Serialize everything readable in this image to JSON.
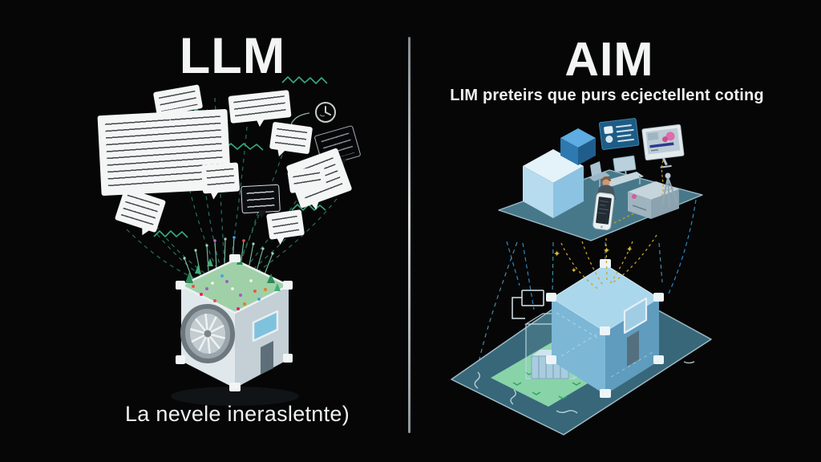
{
  "panels": {
    "background": "#060607",
    "divider_color": "#c9d2d6",
    "left": {
      "title": "LLM",
      "caption": "La nevele inerasletnte)",
      "illustration": {
        "description": "cluster of handwritten speech bubbles with illegible scribbled notes, linked by dashed teal lines and green zigzags to an isometric server box that has a cooling fan, blue window, door and a rooftop garden of flowers and pine trees",
        "bubble_count": 11,
        "icons": [
          "clock-doodle-icon"
        ],
        "colors": {
          "bubble": "#f3f6f5",
          "ink": "#1c2026",
          "dashed_line": "#2e7a67",
          "zigzag": "#3aa77c",
          "box_face_light": "#e1e8eb",
          "box_face_dark": "#c4cfd6",
          "garden_green": "#a0d0a8",
          "fan_ring": "#6d787e"
        }
      }
    },
    "right": {
      "title": "AIM",
      "subtitle": "LIM preteirs que purs ecjectellent coting",
      "illustration": {
        "description": "two stacked isometric platforms: upper teal slab with light cube, floating blue cube, info panel, monitor with pink graphics, desk, seated person with large smartphone, printer device and tripod; dashed yellow and blue links with stars descend to a translucent blue cube building on a lower teal slab with a green lawn and a glass case",
        "colors": {
          "platform": "#4a7d90",
          "lower_platform": "#3a6b7e",
          "cube_light": "#b7dcef",
          "cube_blue": "#2e79b0",
          "building_blue": "#7cb7d6",
          "lawn": "#8fdcab",
          "dash_yellow": "#c9a227",
          "dash_blue": "#2e86c1",
          "screen_pink": "#e06ba9",
          "panel_blue": "#1d5c85"
        }
      }
    }
  }
}
